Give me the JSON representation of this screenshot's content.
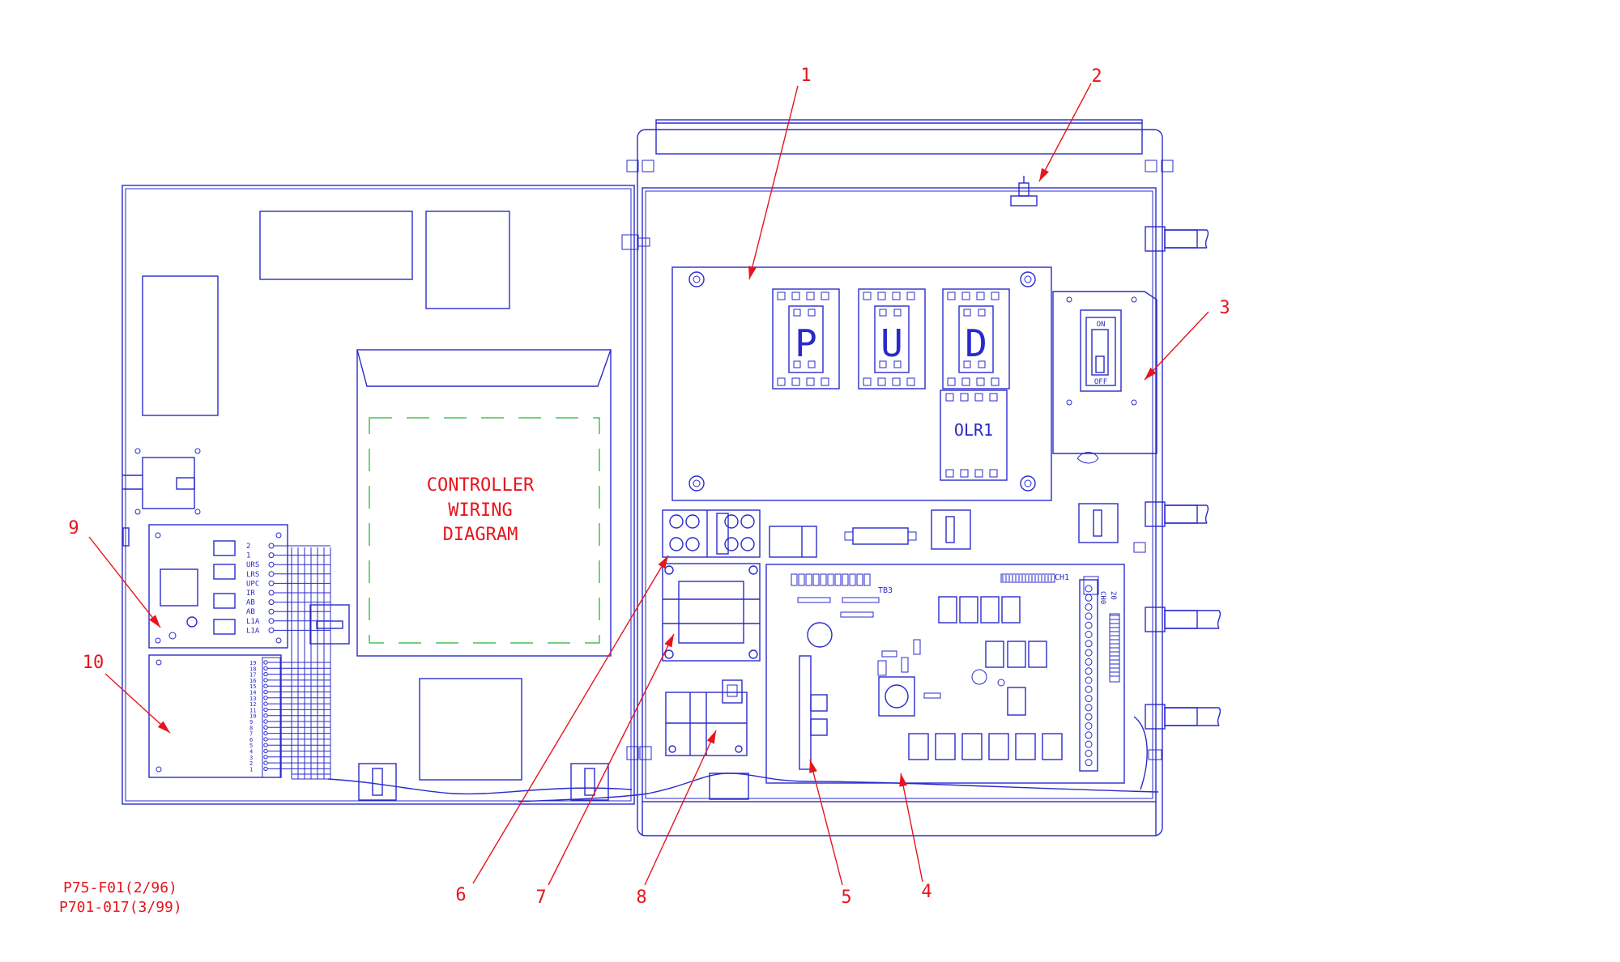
{
  "callouts": [
    "1",
    "2",
    "3",
    "4",
    "5",
    "6",
    "7",
    "8",
    "9",
    "10"
  ],
  "diagram_box_text": [
    "CONTROLLER",
    "WIRING",
    "DIAGRAM"
  ],
  "contactor_labels": [
    "P",
    "U",
    "D"
  ],
  "overload_label": "OLR1",
  "switch_labels": {
    "on": "ON",
    "off": "OFF"
  },
  "board_labels": {
    "tb": "TB3",
    "ch1": "CH1",
    "ch0": "CH0",
    "twenty": "20"
  },
  "terminal_labels_top": [
    "2",
    "1",
    "URS",
    "LRS",
    "UPC",
    "IR",
    "AB",
    "AB",
    "L1A",
    "L1A"
  ],
  "terminal_labels_bottom": [
    "19",
    "18",
    "17",
    "16",
    "15",
    "14",
    "13",
    "12",
    "11",
    "10",
    "9",
    "8",
    "7",
    "6",
    "5",
    "4",
    "3",
    "2",
    "1"
  ],
  "footer_lines": [
    "P75-F01(2/96)",
    "P701-017(3/99)"
  ],
  "colors": {
    "line": "#2a2acc",
    "callout": "#e8141c",
    "dashed_box": "#22bb33",
    "background": "#ffffff"
  }
}
